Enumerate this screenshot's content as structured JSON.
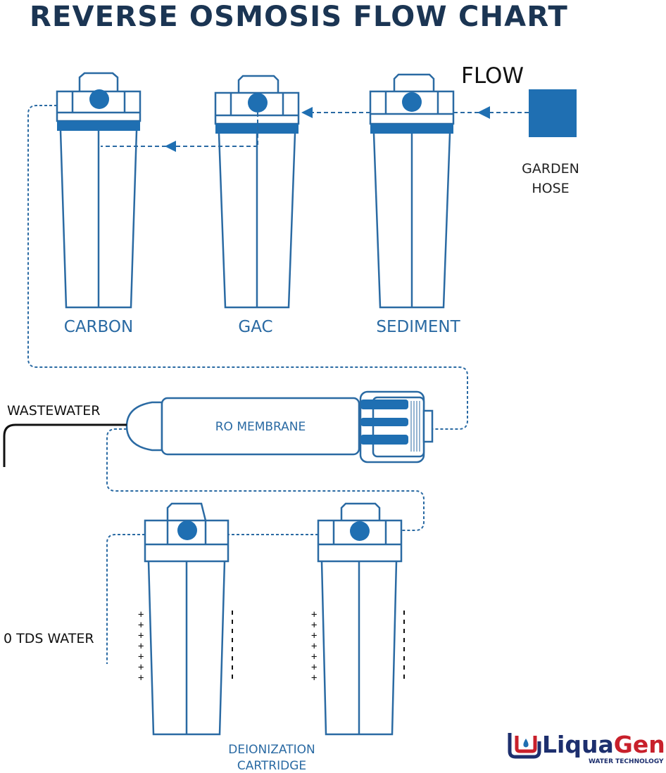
{
  "title": "REVERSE OSMOSIS FLOW CHART",
  "flow_label": "FLOW",
  "source": {
    "line1": "GARDEN",
    "line2": "HOSE"
  },
  "filters": {
    "carbon": "CARBON",
    "gac": "GAC",
    "sediment": "SEDIMENT"
  },
  "membrane": "RO MEMBRANE",
  "wastewater": "WASTEWATER",
  "output": "0 TDS WATER",
  "deionization": {
    "line1": "DEIONIZATION",
    "line2": "CARTRIDGE"
  },
  "logo": {
    "name_a": "Liqua",
    "name_b": "Gen",
    "tagline": "WATER TECHNOLOGY"
  },
  "colors": {
    "navy": "#1b3553",
    "blue": "#1f6fb2",
    "outline": "#2a6aa3",
    "black": "#111111",
    "logo_red": "#c8202b",
    "logo_navy": "#1d2f6e"
  }
}
